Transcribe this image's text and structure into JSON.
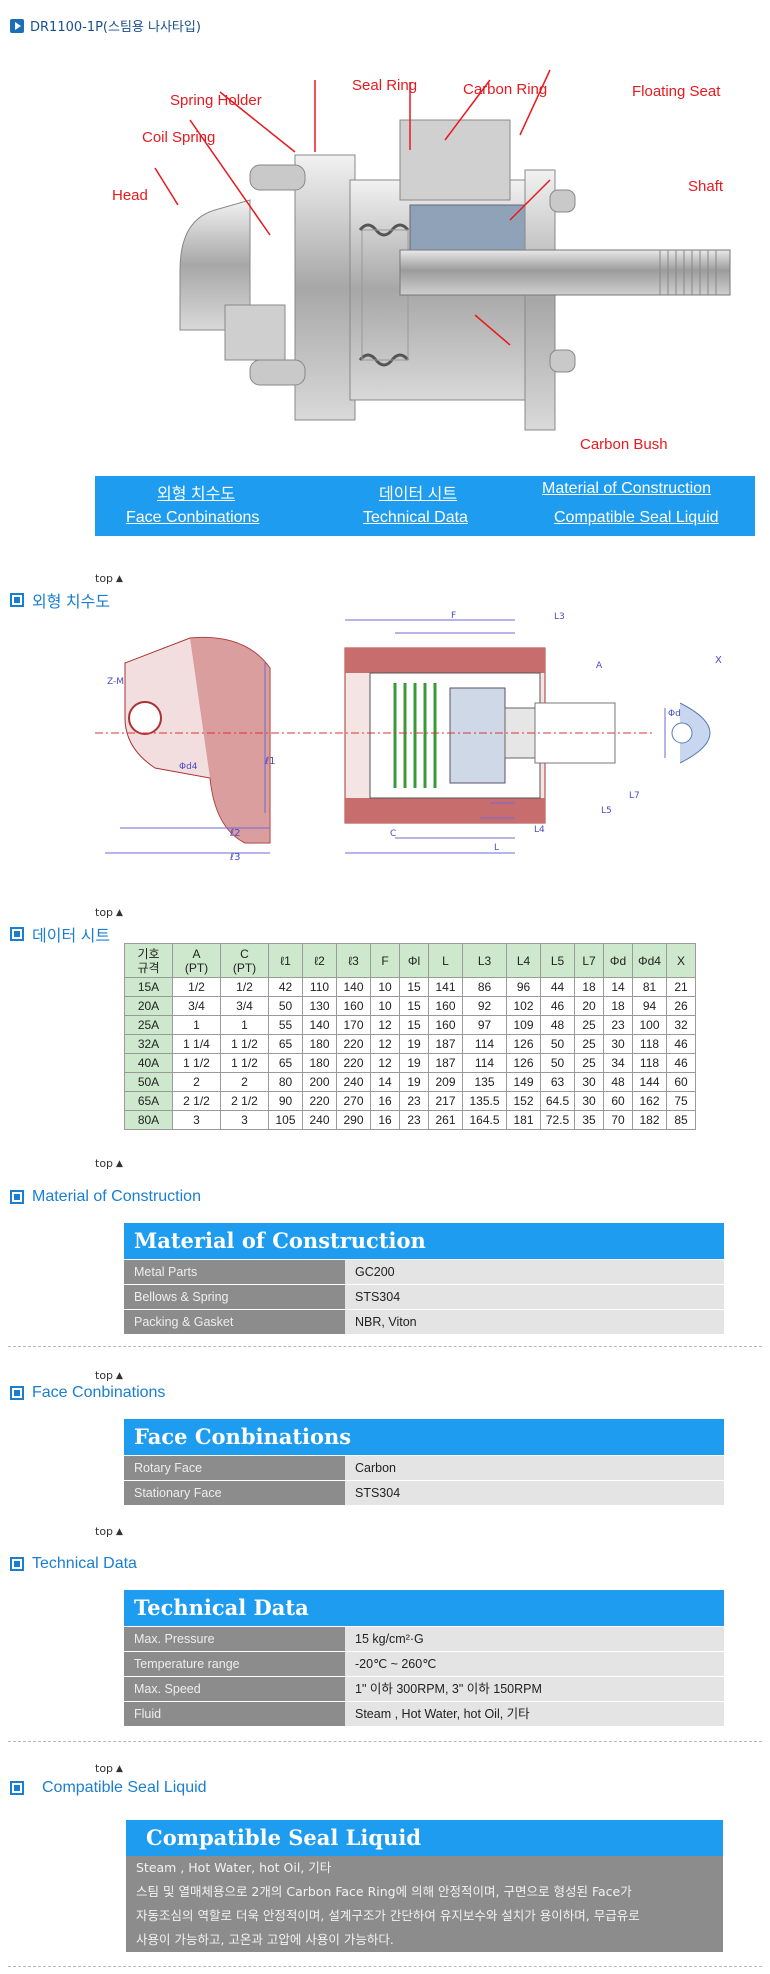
{
  "page": {
    "title": "DR1100-1P(스팀용 나사타입)"
  },
  "callouts": {
    "spring_holder": "Spring Holder",
    "seal_ring": "Seal Ring",
    "carbon_ring": "Carbon Ring",
    "floating_seat": "Floating Seat",
    "coil_spring": "Coil Spring",
    "shaft": "Shaft",
    "head": "Head",
    "carbon_bush": "Carbon Bush"
  },
  "nav": {
    "outline": "외형 치수도",
    "datasheet": "데이터 시트",
    "material": "Material of Construction",
    "face": "Face Conbinations",
    "technical": "Technical Data",
    "seal": "Compatible Seal Liquid"
  },
  "top_label": "top",
  "sections": {
    "outline": "외형 치수도",
    "datasheet": "데이터 시트",
    "material": "Material of Construction",
    "face": "Face Conbinations",
    "technical": "Technical Data",
    "seal": "Compatible Seal Liquid"
  },
  "drawing_labels": {
    "z_m": "Z-M",
    "phi_d4": "Φd4",
    "l1": "ℓ1",
    "l2": "ℓ2",
    "l3": "ℓ3",
    "F": "F",
    "L3": "L3",
    "A": "A",
    "d": "Φd",
    "L7": "L7",
    "L5": "L5",
    "L4": "L4",
    "C": "C",
    "L": "L",
    "X": "X"
  },
  "datasheet": {
    "header_line1": "기호",
    "header_line2": "규격",
    "columns": [
      {
        "l1": "A",
        "l2": "(PT)"
      },
      {
        "l1": "C",
        "l2": "(PT)"
      },
      {
        "l1": "ℓ1",
        "l2": ""
      },
      {
        "l1": "ℓ2",
        "l2": ""
      },
      {
        "l1": "ℓ3",
        "l2": ""
      },
      {
        "l1": "F",
        "l2": ""
      },
      {
        "l1": "Φl",
        "l2": ""
      },
      {
        "l1": "L",
        "l2": ""
      },
      {
        "l1": "L3",
        "l2": ""
      },
      {
        "l1": "L4",
        "l2": ""
      },
      {
        "l1": "L5",
        "l2": ""
      },
      {
        "l1": "L7",
        "l2": ""
      },
      {
        "l1": "Φd",
        "l2": ""
      },
      {
        "l1": "Φd4",
        "l2": ""
      },
      {
        "l1": "X",
        "l2": ""
      }
    ],
    "rows": [
      [
        "15A",
        "1/2",
        "1/2",
        "42",
        "110",
        "140",
        "10",
        "15",
        "141",
        "86",
        "96",
        "44",
        "18",
        "14",
        "81",
        "21"
      ],
      [
        "20A",
        "3/4",
        "3/4",
        "50",
        "130",
        "160",
        "10",
        "15",
        "160",
        "92",
        "102",
        "46",
        "20",
        "18",
        "94",
        "26"
      ],
      [
        "25A",
        "1",
        "1",
        "55",
        "140",
        "170",
        "12",
        "15",
        "160",
        "97",
        "109",
        "48",
        "25",
        "23",
        "100",
        "32"
      ],
      [
        "32A",
        "1 1/4",
        "1 1/2",
        "65",
        "180",
        "220",
        "12",
        "19",
        "187",
        "114",
        "126",
        "50",
        "25",
        "30",
        "118",
        "46"
      ],
      [
        "40A",
        "1 1/2",
        "1 1/2",
        "65",
        "180",
        "220",
        "12",
        "19",
        "187",
        "114",
        "126",
        "50",
        "25",
        "34",
        "118",
        "46"
      ],
      [
        "50A",
        "2",
        "2",
        "80",
        "200",
        "240",
        "14",
        "19",
        "209",
        "135",
        "149",
        "63",
        "30",
        "48",
        "144",
        "60"
      ],
      [
        "65A",
        "2 1/2",
        "2 1/2",
        "90",
        "220",
        "270",
        "16",
        "23",
        "217",
        "135.5",
        "152",
        "64.5",
        "30",
        "60",
        "162",
        "75"
      ],
      [
        "80A",
        "3",
        "3",
        "105",
        "240",
        "290",
        "16",
        "23",
        "261",
        "164.5",
        "181",
        "72.5",
        "35",
        "70",
        "182",
        "85"
      ]
    ]
  },
  "material": {
    "title": "Material of Construction",
    "rows": [
      {
        "k": "Metal Parts",
        "v": "GC200"
      },
      {
        "k": "Bellows & Spring",
        "v": "STS304"
      },
      {
        "k": "Packing & Gasket",
        "v": "NBR, Viton"
      }
    ]
  },
  "face": {
    "title": "Face Conbinations",
    "rows": [
      {
        "k": "Rotary Face",
        "v": "Carbon"
      },
      {
        "k": "Stationary Face",
        "v": "STS304"
      }
    ]
  },
  "technical": {
    "title": "Technical Data",
    "rows": [
      {
        "k": "Max. Pressure",
        "v": "15 kg/cm²·G"
      },
      {
        "k": "Temperature range",
        "v": "-20℃ ~ 260℃"
      },
      {
        "k": "Max. Speed",
        "v": "1\" 이하 300RPM,  3\" 이하 150RPM"
      },
      {
        "k": "Fluid",
        "v": "Steam , Hot Water, hot Oil, 기타"
      }
    ]
  },
  "seal": {
    "title": "Compatible Seal Liquid",
    "line1": "Steam , Hot Water, hot Oil, 기타",
    "line2": "스팀 및 열매체용으로 2개의 Carbon Face Ring에 의해 안정적이며, 구면으로 형성된 Face가",
    "line3": "자동조심의 역할로 더욱 안정적이며, 설계구조가 간단하여 유지보수와 설치가 용이하며, 무급유로",
    "line4": "사용이 가능하고, 고온과 고압에 사용이 가능하다."
  }
}
